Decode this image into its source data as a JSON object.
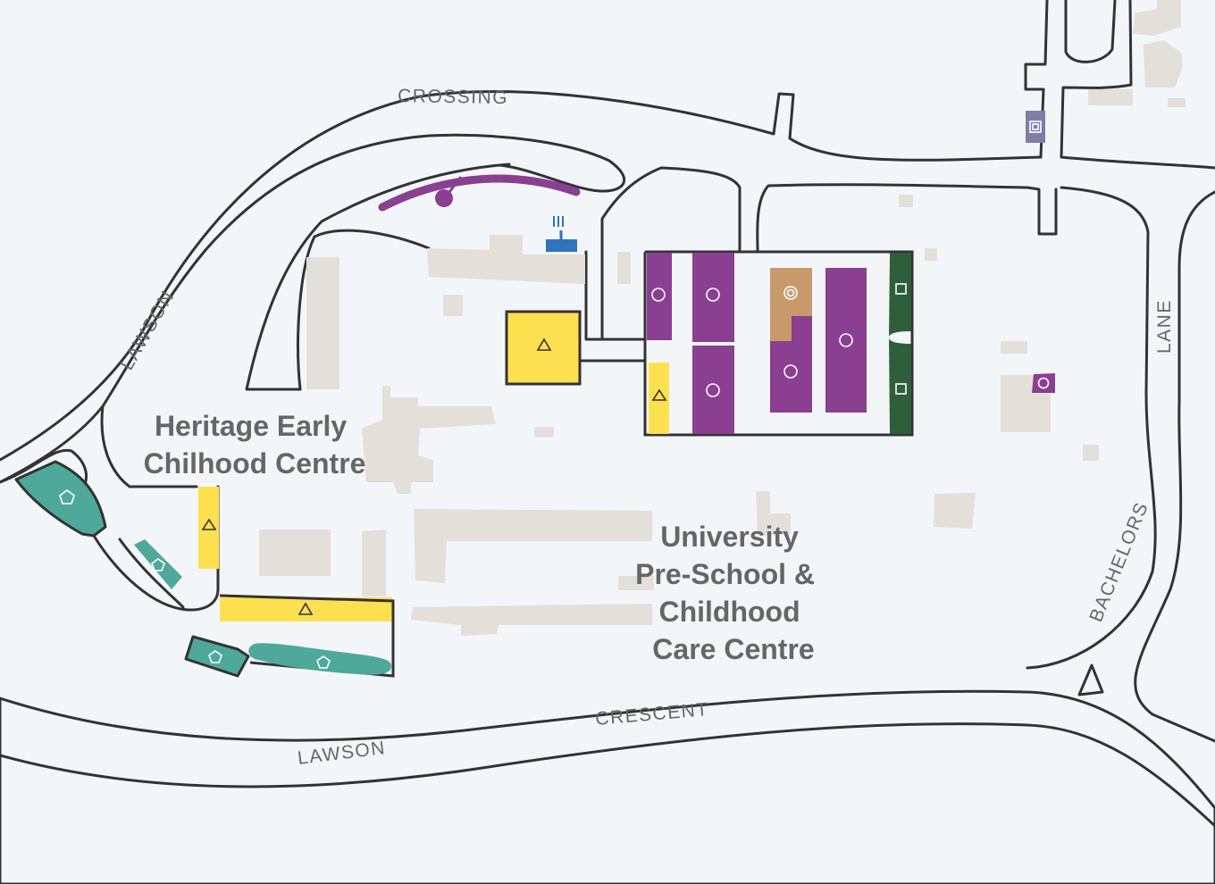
{
  "map": {
    "background": "#f3f6f9",
    "road_outline_color": "#333333",
    "building_color": "#e3dfd9"
  },
  "streets": {
    "crossing": "CROSSING",
    "lawson_north": "LAWSON",
    "lane": "LANE",
    "bachelors": "BACHELORS",
    "crescent": "CRESCENT",
    "lawson_south": "LAWSON"
  },
  "areas": {
    "heritage": [
      "Heritage Early",
      "Chilhood Centre"
    ],
    "university": [
      "University",
      "Pre-School &",
      "Childhood",
      "Care Centre"
    ]
  },
  "legend_colors": {
    "purple": "#8a3f91",
    "yellow": "#fde04f",
    "teal": "#4fa99b",
    "dark_green": "#2f5f3a",
    "tan": "#c79a6b",
    "blue": "#2e73bb",
    "slate": "#7d7fa6"
  },
  "zones": [
    {
      "zone": "purple",
      "symbol": "circle-icon"
    },
    {
      "zone": "yellow",
      "symbol": "triangle-icon"
    },
    {
      "zone": "teal",
      "symbol": "pentagon-icon"
    },
    {
      "zone": "dark_green",
      "symbol": "square-icon"
    },
    {
      "zone": "tan",
      "symbol": "double-circle-icon"
    },
    {
      "zone": "blue",
      "symbol": "bike-rack-icon"
    },
    {
      "zone": "slate",
      "symbol": "square-target-icon"
    }
  ]
}
